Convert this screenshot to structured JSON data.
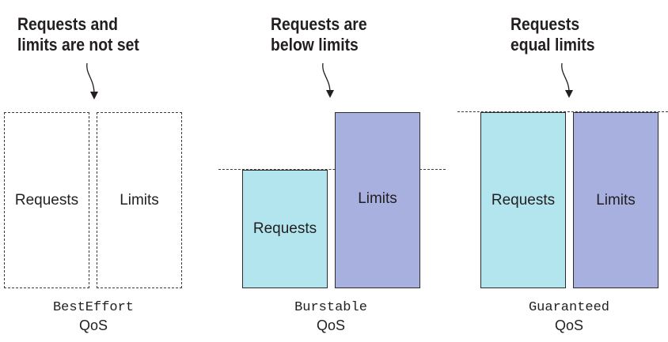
{
  "captions": {
    "best_effort_line1": "Requests and",
    "best_effort_line2": "limits are not set",
    "burstable_line1": "Requests are",
    "burstable_line2": "below limits",
    "guaranteed_line1": "Requests",
    "guaranteed_line2": "equal limits"
  },
  "best_effort": {
    "requests_label": "Requests",
    "limits_label": "Limits",
    "class_name": "BestEffort",
    "qos_label": "QoS"
  },
  "burstable": {
    "requests_label": "Requests",
    "limits_label": "Limits",
    "class_name": "Burstable",
    "qos_label": "QoS"
  },
  "guaranteed": {
    "requests_label": "Requests",
    "limits_label": "Limits",
    "class_name": "Guaranteed",
    "qos_label": "QoS"
  },
  "colors": {
    "requests_fill": "#b3e5ee",
    "limits_fill": "#a8b0e0",
    "outline": "#2b2b2b"
  }
}
